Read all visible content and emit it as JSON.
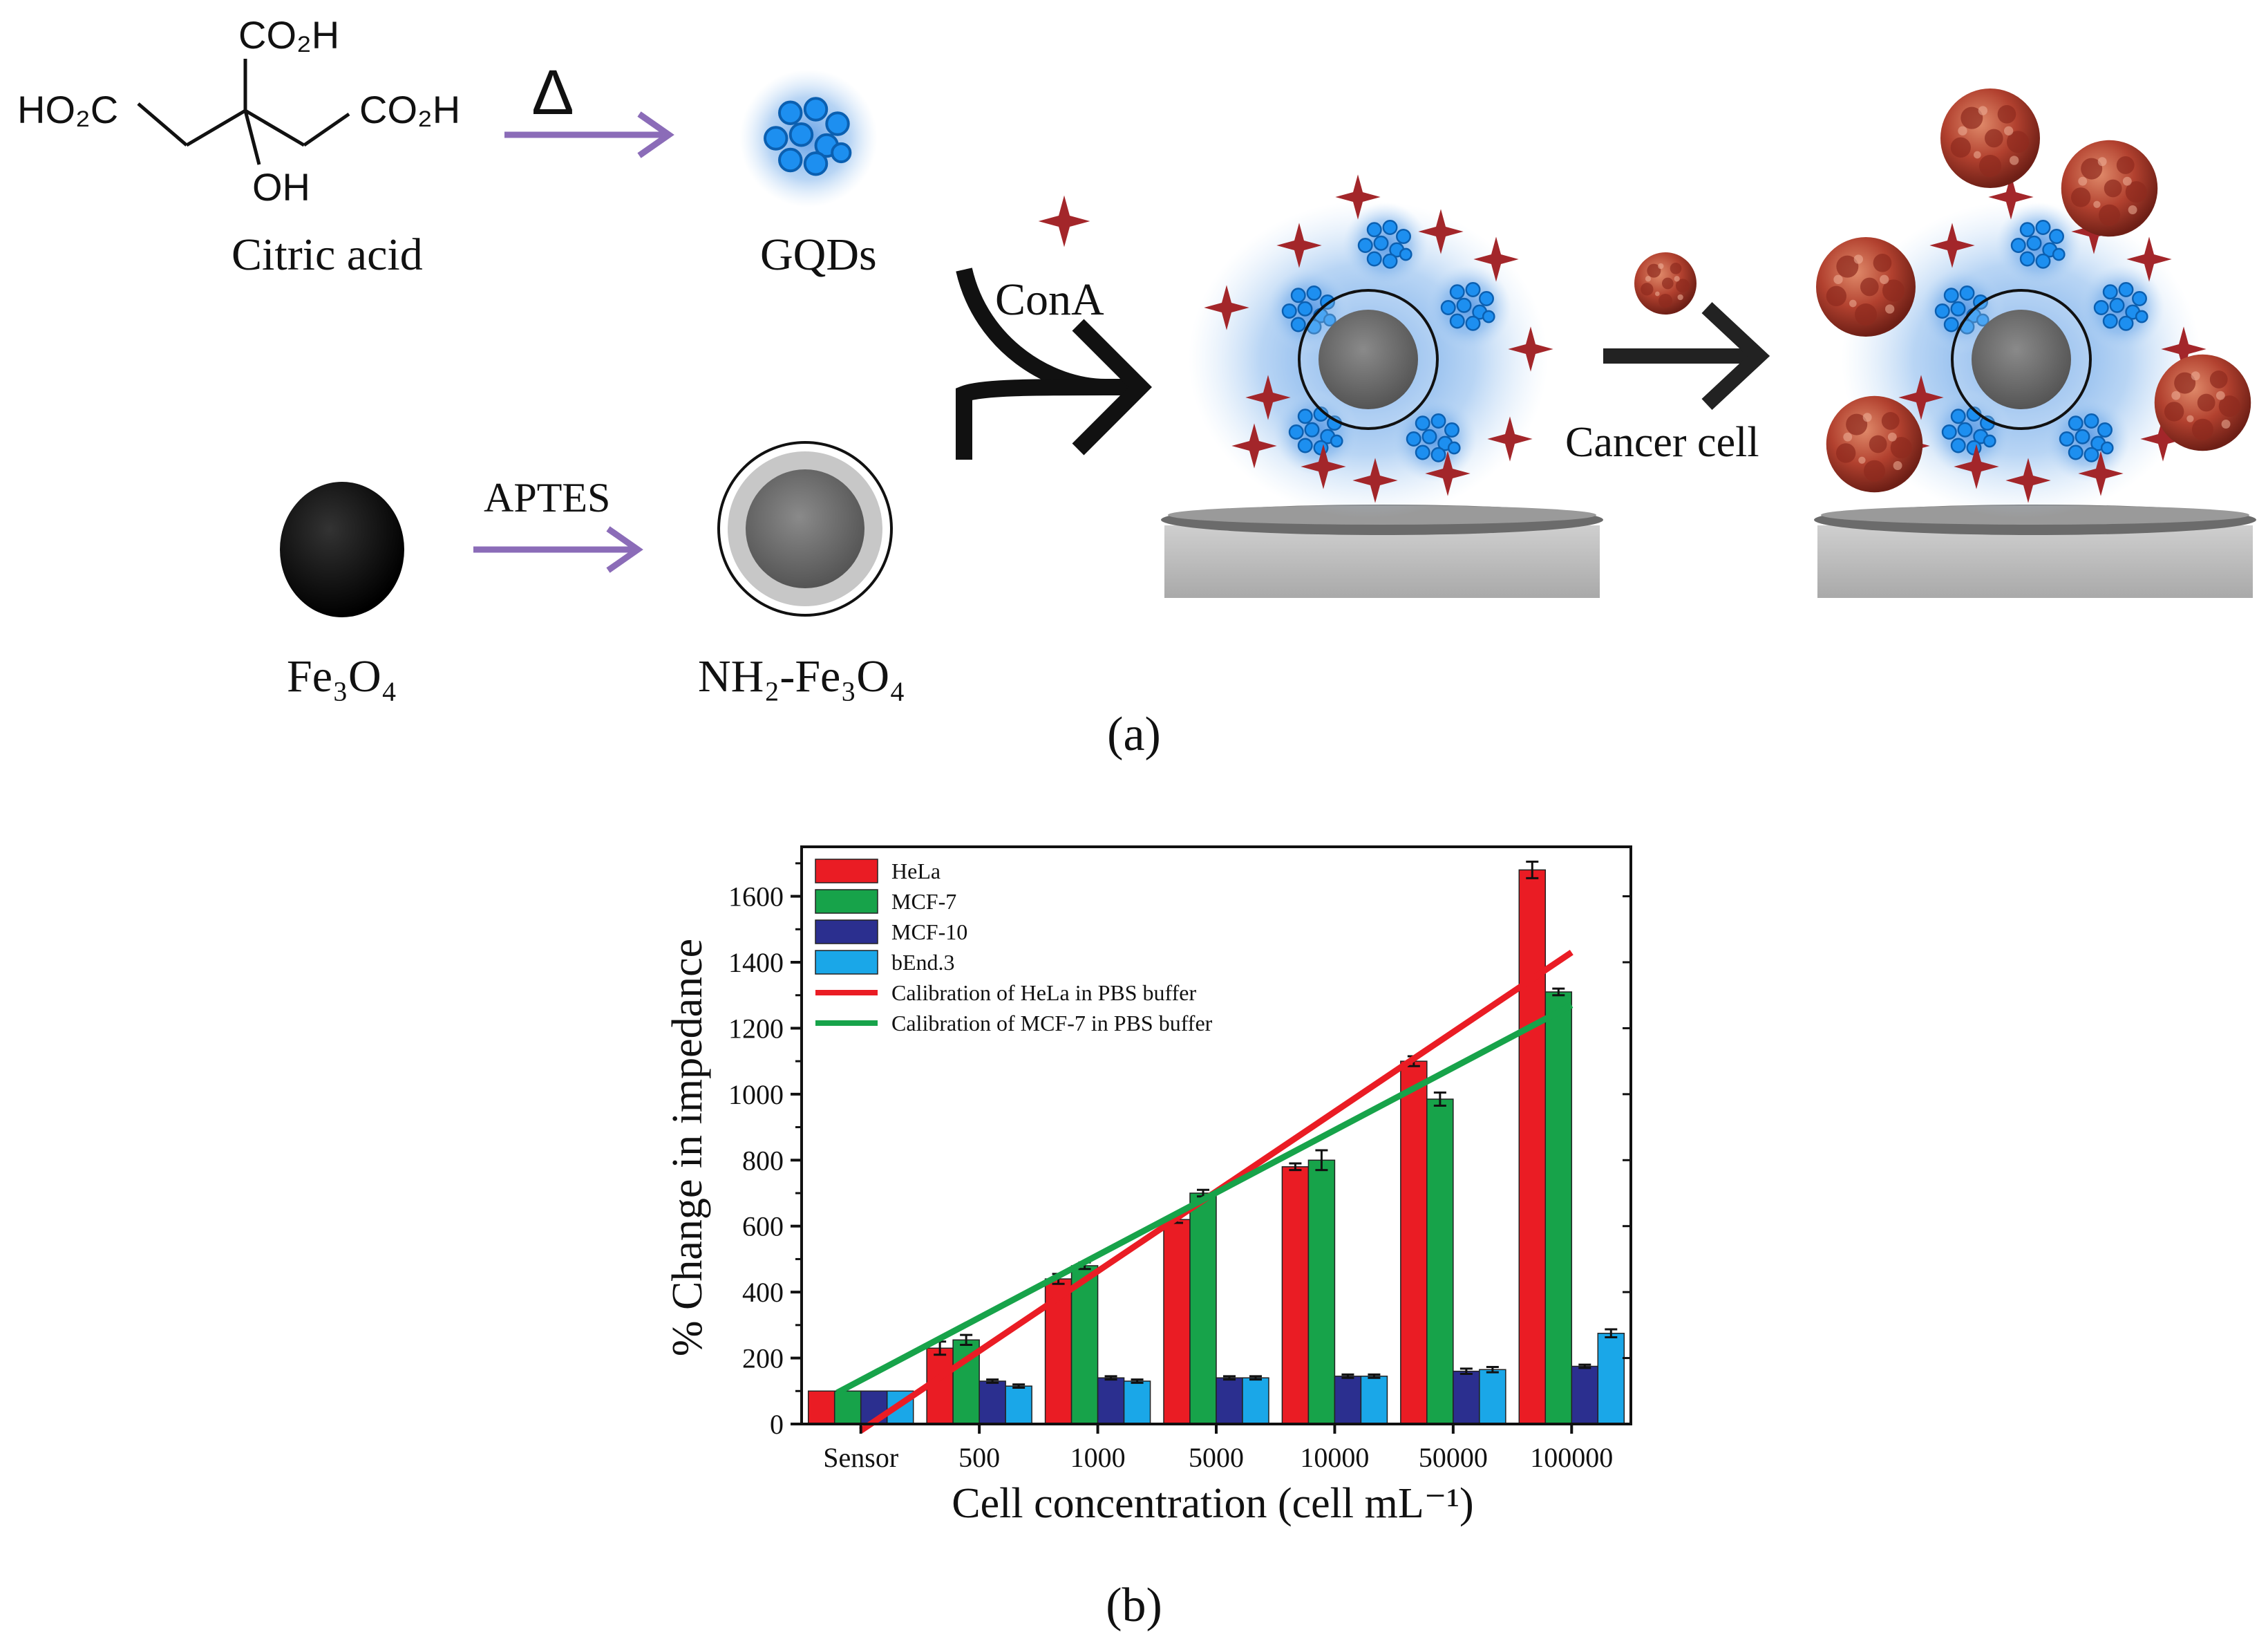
{
  "panel_a": {
    "formula": {
      "top_group": "CO₂H",
      "left_group": "HO₂C",
      "right_group": "CO₂H",
      "bottom_group": "OH"
    },
    "labels": {
      "citric_acid": "Citric acid",
      "heat_symbol": "Δ",
      "gqds": "GQDs",
      "cona": "ConA",
      "aptes": "APTES",
      "fe3o4": "Fe₃O₄",
      "nh2_fe3o4": "NH₂-Fe₃O₄",
      "cancer_cell": "Cancer cell"
    },
    "caption": "(a)"
  },
  "panel_b": {
    "caption": "(b)"
  },
  "colors": {
    "hela": "#ea1c24",
    "mcf7": "#17a34a",
    "mcf10": "#2b2f8f",
    "bend3": "#1aa7e8",
    "arrow_purple": "#8b6cb8",
    "star": "#a3262a",
    "glow": "#5b9ee6"
  },
  "chart_data": {
    "type": "bar",
    "categories": [
      "Sensor",
      "500",
      "1000",
      "5000",
      "10000",
      "50000",
      "100000"
    ],
    "series": [
      {
        "name": "HeLa",
        "values": [
          100,
          230,
          440,
          620,
          780,
          1100,
          1680
        ],
        "errors": [
          0,
          20,
          15,
          10,
          10,
          15,
          25
        ]
      },
      {
        "name": "MCF-7",
        "values": [
          100,
          255,
          480,
          700,
          800,
          985,
          1310
        ],
        "errors": [
          0,
          15,
          10,
          10,
          30,
          20,
          10
        ]
      },
      {
        "name": "MCF-10",
        "values": [
          100,
          130,
          140,
          140,
          145,
          160,
          175
        ],
        "errors": [
          0,
          5,
          5,
          5,
          5,
          8,
          5
        ]
      },
      {
        "name": "bEnd.3",
        "values": [
          100,
          115,
          130,
          140,
          145,
          165,
          275
        ],
        "errors": [
          0,
          5,
          5,
          5,
          5,
          8,
          12
        ]
      }
    ],
    "fit_lines": [
      {
        "name": "Calibration of HeLa in PBS buffer",
        "color": "#ea1c24",
        "x": [
          0.5,
          6.5
        ],
        "y": [
          -20,
          1430
        ]
      },
      {
        "name": "Calibration of MCF-7 in PBS buffer",
        "color": "#17a34a",
        "x": [
          0.3,
          6.5
        ],
        "y": [
          95,
          1270
        ]
      }
    ],
    "xlabel": "Cell concentration (cell mL⁻¹)",
    "ylabel": "% Change in impedance",
    "ylim": [
      0,
      1750
    ],
    "yticks": [
      0,
      200,
      400,
      600,
      800,
      1000,
      1200,
      1400,
      1600
    ],
    "legend_position": "top-left"
  }
}
